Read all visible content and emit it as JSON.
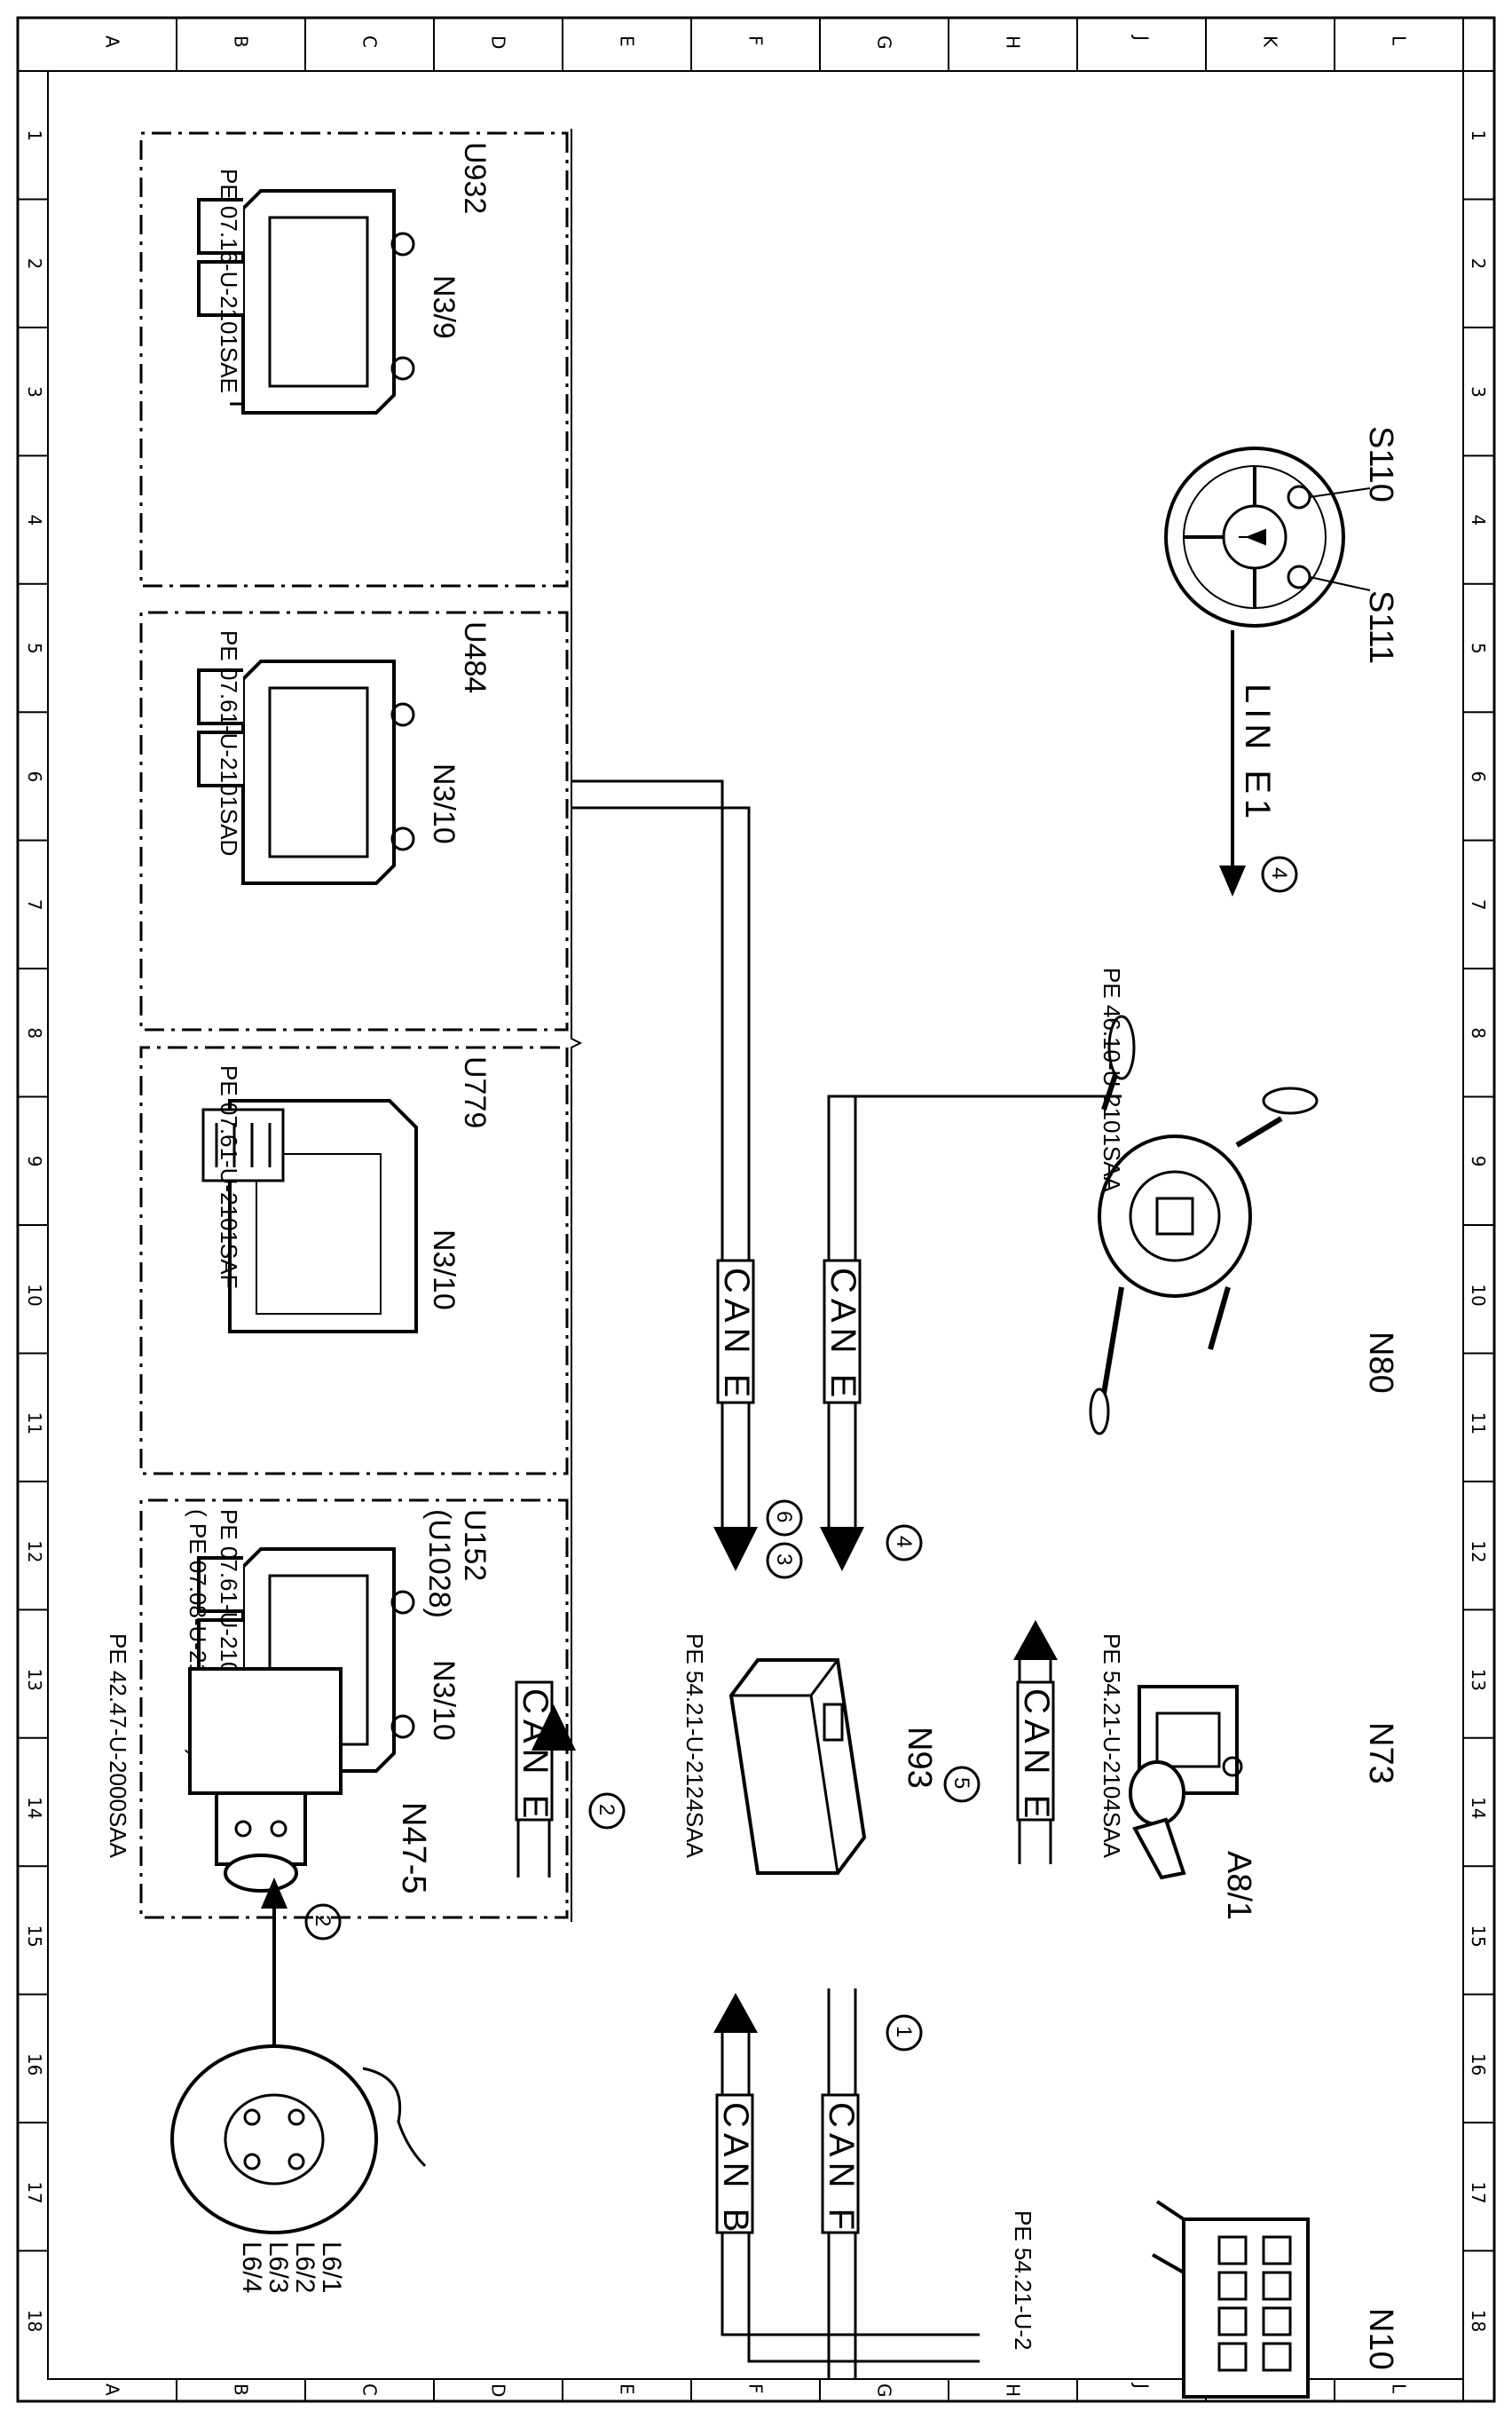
{
  "grid": {
    "letters": [
      "L",
      "K",
      "J",
      "H",
      "G",
      "F",
      "E",
      "D",
      "C",
      "B",
      "A"
    ],
    "numbers": [
      "1",
      "2",
      "3",
      "4",
      "5",
      "6",
      "7",
      "8",
      "9",
      "10",
      "11",
      "12",
      "13",
      "14",
      "15",
      "16",
      "17",
      "18"
    ]
  },
  "modules": {
    "u932": {
      "option": "U932",
      "name": "N3/9",
      "ref": "PE  07.16-U-2101SAE"
    },
    "u484": {
      "option": "U484",
      "name": "N3/10",
      "ref": "PE  07.61-U-2101SAD"
    },
    "u779": {
      "option": "U779",
      "name": "N3/10",
      "ref": "PE  07.61-U-2101SAF"
    },
    "u152": {
      "option": "U152",
      "option2": "(U1028)",
      "name": "N3/10",
      "ref": "PE  07.61-U-2101SAH",
      "ref2": "(     PE  07.08-U-2101SAC)"
    }
  },
  "components": {
    "s110": "S110",
    "s111": "S111",
    "n80": {
      "name": "N80",
      "ref": "PE 46.10-U-2101SAA"
    },
    "n73": {
      "name": "N73",
      "sub": "A8/1",
      "ref": "PE  54.21-U-2104SAA"
    },
    "n93": {
      "name": "N93",
      "ref": "PE  54.21-U-2124SAA"
    },
    "n47": {
      "name": "N47-5",
      "ref": "PE  42.47-U-2000SAA"
    },
    "l6": [
      "L6/1",
      "L6/2",
      "L6/3",
      "L6/4"
    ],
    "n10": {
      "name": "N10",
      "ref": "PE  54.21-U-2"
    }
  },
  "buses": {
    "lin": "LIN  E1",
    "can_e": "CAN E",
    "can_f": "CAN F",
    "can_b": "CAN B"
  },
  "steps": {
    "s1": "1",
    "s2": "2",
    "s3": "3",
    "s4": "4",
    "s5": "5",
    "s6": "6"
  }
}
